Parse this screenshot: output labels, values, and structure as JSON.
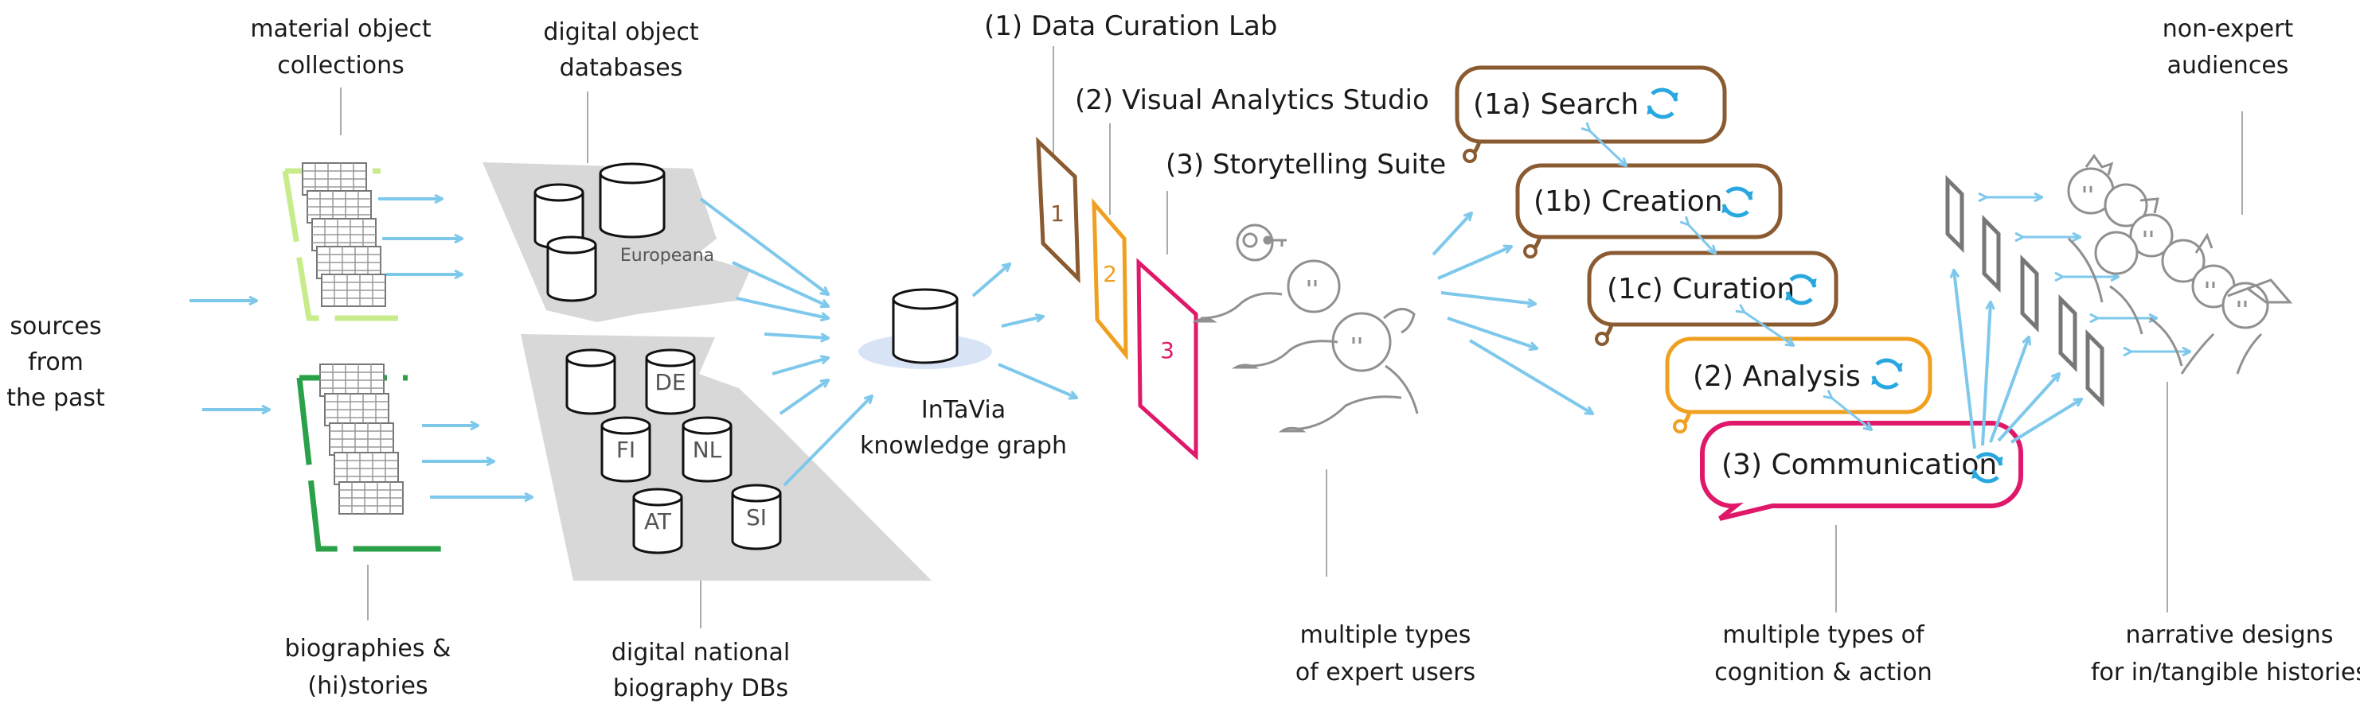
{
  "labels": {
    "sources": [
      "sources",
      "from",
      "the past"
    ],
    "material": [
      "material object",
      "collections"
    ],
    "biographies": [
      "biographies &",
      "(hi)stories"
    ],
    "digital_object_db": [
      "digital object",
      "databases"
    ],
    "national_db": [
      "digital national",
      "biography DBs"
    ],
    "knowledge_graph": [
      "InTaVia",
      "knowledge graph"
    ],
    "expert_users": [
      "multiple types",
      "of expert users"
    ],
    "cognition": [
      "multiple types of",
      "cognition & action"
    ],
    "audiences": [
      "non-expert",
      "audiences"
    ],
    "narrative": [
      "narrative designs",
      "for in/tangible histories"
    ]
  },
  "europeana": "Europeana",
  "national_dbs": [
    "DE",
    "FI",
    "NL",
    "AT",
    "SI"
  ],
  "tools": [
    {
      "label": "(1) Data Curation Lab",
      "number": "1",
      "color": "#8a5a30"
    },
    {
      "label": "(2) Visual Analytics Studio",
      "number": "2",
      "color": "#f0a020"
    },
    {
      "label": "(3) Storytelling Suite",
      "number": "3",
      "color": "#e0186a"
    }
  ],
  "activities": [
    {
      "label": "(1a)  Search",
      "color": "#8a5a30"
    },
    {
      "label": "(1b)  Creation",
      "color": "#8a5a30"
    },
    {
      "label": "(1c)  Curation",
      "color": "#8a5a30"
    },
    {
      "label": "(2)  Analysis",
      "color": "#f0a020"
    },
    {
      "label": "(3)  Communication",
      "color": "#e0186a"
    }
  ],
  "colors": {
    "arrow": "#7ec8ec",
    "cycle_icon": "#29a8e0",
    "panel_gray": "#d8d8d8",
    "collection_light": "#c8ec8c",
    "collection_dark": "#2aa048",
    "figure_gray": "#909090"
  }
}
